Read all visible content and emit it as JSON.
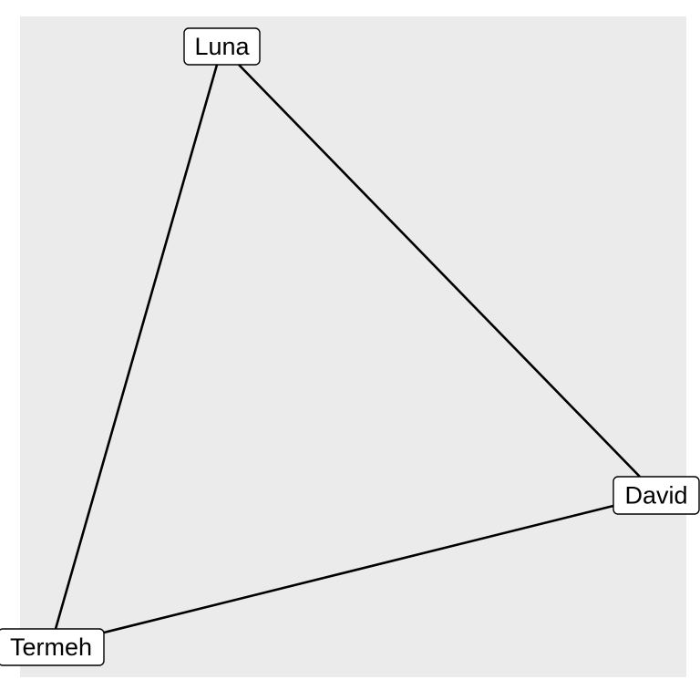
{
  "graph": {
    "nodes": [
      {
        "id": "luna",
        "label": "Luna"
      },
      {
        "id": "david",
        "label": "David"
      },
      {
        "id": "termeh",
        "label": "Termeh"
      }
    ],
    "edges": [
      {
        "from": "luna",
        "to": "david"
      },
      {
        "from": "luna",
        "to": "termeh"
      },
      {
        "from": "termeh",
        "to": "david"
      }
    ]
  },
  "colors": {
    "panel_background": "#ebebeb",
    "edge": "#000000",
    "node_fill": "#ffffff",
    "node_border": "#000000"
  }
}
